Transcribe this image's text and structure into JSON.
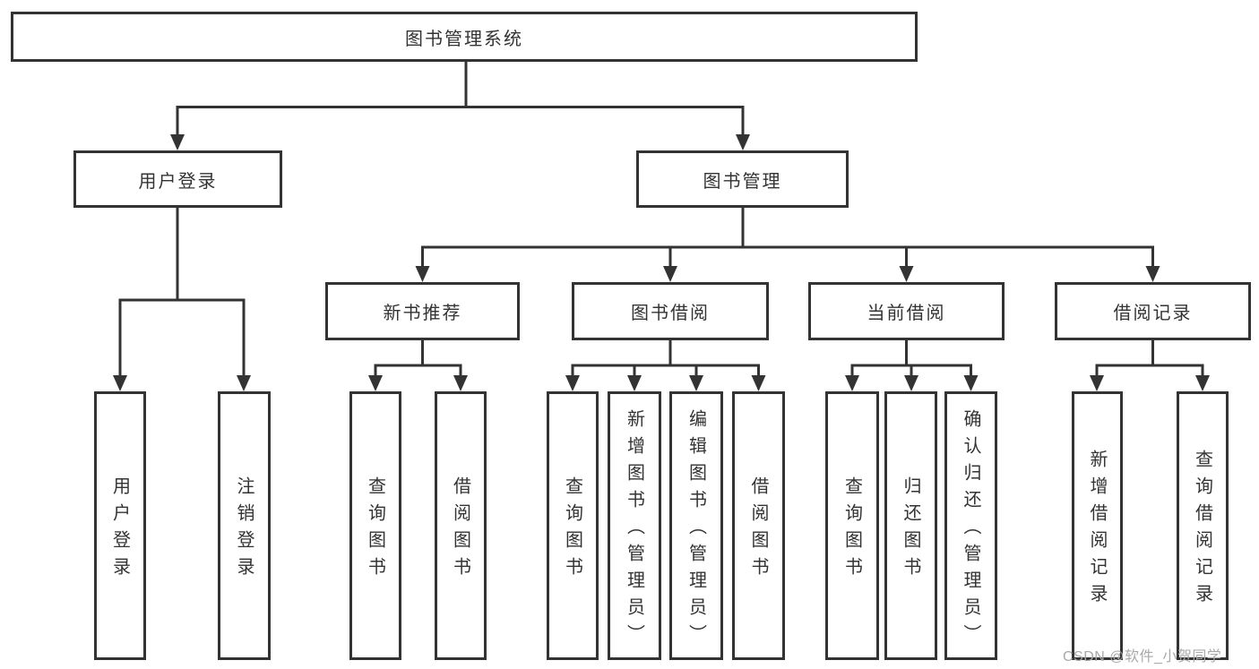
{
  "diagram": {
    "root": "图书管理系统",
    "level2": [
      "用户登录",
      "图书管理"
    ],
    "level3": [
      "新书推荐",
      "图书借阅",
      "当前借阅",
      "借阅记录"
    ],
    "leaves": [
      "用户登录",
      "注销登录",
      "查询图书",
      "借阅图书",
      "查询图书",
      "新增图书（管理员）",
      "编辑图书（管理员）",
      "借阅图书",
      "查询图书",
      "归还图书",
      "确认归还（管理员）",
      "新增借阅记录",
      "查询借阅记录"
    ]
  },
  "watermark": "CSDN @软件_小贺同学",
  "colors": {
    "line": "#333333",
    "text": "#333333",
    "background": "#ffffff",
    "watermark": "#a9a9ab"
  }
}
